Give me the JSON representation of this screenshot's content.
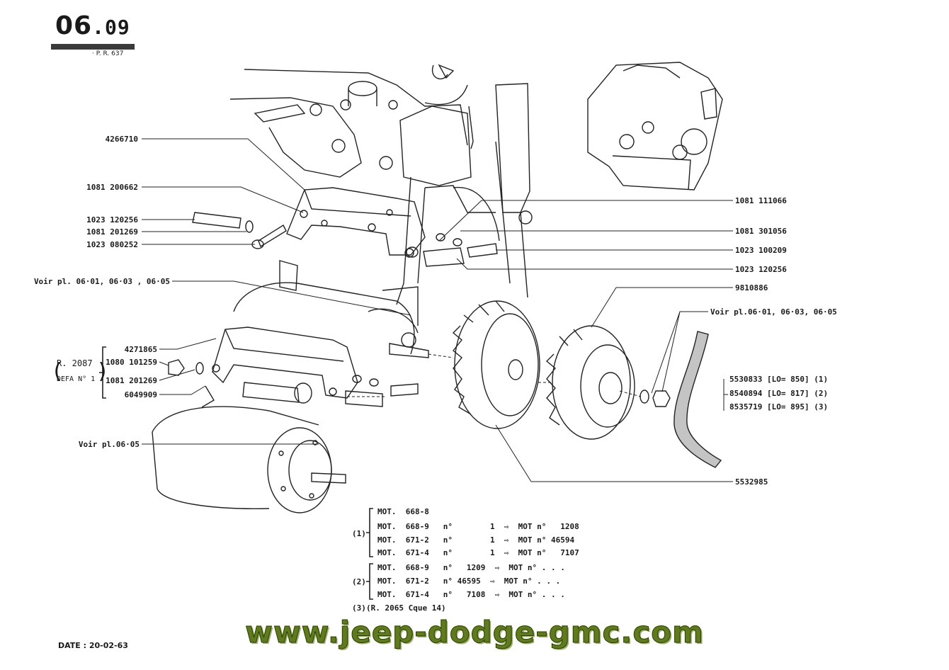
{
  "header": {
    "section": "06",
    "page": "09",
    "reference": "· P. R. 637"
  },
  "parts": {
    "p_4266710": "4266710",
    "p_1081200662": "1081 200662",
    "p_1023120256a": "1023 120256",
    "p_1081201269a": "1081 201269",
    "p_1023080252": "1023 080252",
    "p_voir_top": "Voir pl. 06·01, 06·03 , 06·05",
    "p_4271865": "4271865",
    "p_1080101259": "1080 101259",
    "p_1081201269b": "1081 201269",
    "p_6049909": "6049909",
    "p_voir_0605": "Voir pl.06·05",
    "p_1081111066": "1081 111066",
    "p_1081301056": "1081 301056",
    "p_1023100209": "1023 100209",
    "p_1023120256b": "1023 120256",
    "p_9810886": "9810886",
    "p_voir_right": "Voir pl.06·01, 06·03, 06·05",
    "p_5530833": "5530833 [LO= 850] (1)",
    "p_8540894": "8540894 [LO= 817] (2)",
    "p_8535719": "8535719 [LO= 895] (3)",
    "p_5532985": "5532985",
    "variant_r": "R. 2087",
    "variant_defa": "DEFA N° 1"
  },
  "notes": {
    "g1": "(1)",
    "g2": "(2)",
    "g3": "(3)",
    "r1": "MOT.  668-8",
    "r2": "MOT.  668-9   n°        1  ⇨  MOT n°   1208",
    "r3": "MOT.  671-2   n°        1  ⇨  MOT n° 46594",
    "r4": "MOT.  671-4   n°        1  ⇨  MOT n°   7107",
    "r5": "MOT.  668-9   n°   1209  ⇨  MOT n° . . .",
    "r6": "MOT.  671-2   n° 46595  ⇨  MOT n° . . .",
    "r7": "MOT.  671-4   n°   7108  ⇨  MOT n° . . .",
    "r8": "(R. 2065 Cque 14)"
  },
  "footer": {
    "website": "www.jeep-dodge-gmc.com",
    "date": "DATE : 20-02-63"
  }
}
